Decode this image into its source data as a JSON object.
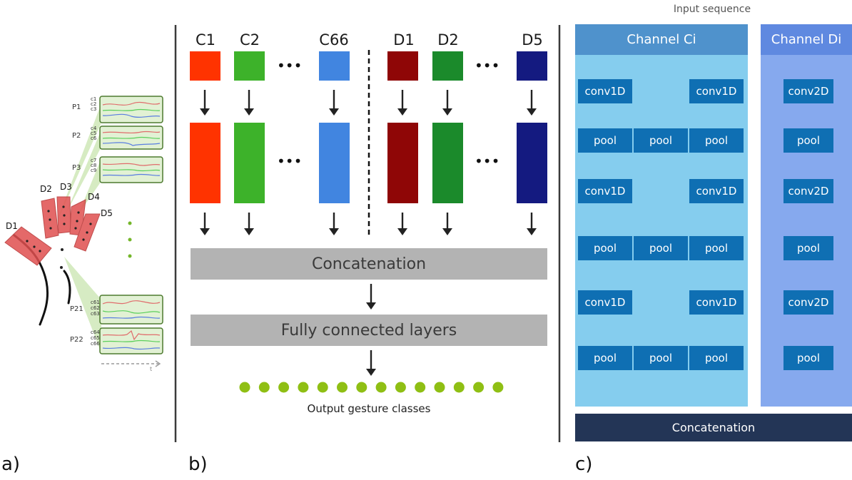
{
  "panel_a": {
    "label": "a)",
    "digits": [
      "D1",
      "D2",
      "D3",
      "D4",
      "D5"
    ],
    "pads": [
      {
        "name": "P1",
        "channels": [
          "c1",
          "c2",
          "c3"
        ]
      },
      {
        "name": "P2",
        "channels": [
          "c4",
          "c5",
          "c6"
        ]
      },
      {
        "name": "P3",
        "channels": [
          "c7",
          "c8",
          "c9"
        ]
      },
      {
        "name": "P21",
        "channels": [
          "c61",
          "c62",
          "c63"
        ]
      },
      {
        "name": "P22",
        "channels": [
          "c64",
          "c65",
          "c66"
        ]
      }
    ],
    "time_label": "t"
  },
  "panel_b": {
    "label": "b)",
    "channels_c": [
      {
        "label": "C1",
        "color": "#ff3300"
      },
      {
        "label": "C2",
        "color": "#3db22a"
      },
      {
        "label": "C66",
        "color": "#4185e0"
      }
    ],
    "channels_d": [
      {
        "label": "D1",
        "color": "#8f0606"
      },
      {
        "label": "D2",
        "color": "#1b8a2b"
      },
      {
        "label": "D5",
        "color": "#141a80"
      }
    ],
    "ellipsis": "•••",
    "concat_label": "Concatenation",
    "fc_label": "Fully connected layers",
    "output_label": "Output gesture classes",
    "output_dot_color": "#8fbf14",
    "output_class_count": 14
  },
  "panel_c": {
    "label": "c)",
    "input_label": "Input sequence",
    "channel_c_title": "Channel Ci",
    "channel_d_title": "Channel Di",
    "conv1d": "conv1D",
    "conv2d": "conv2D",
    "pool": "pool",
    "concat_label": "Concatenation",
    "colors": {
      "channel_c_bg": "#85cdee",
      "channel_c_head": "#4f92cc",
      "channel_d_bg": "#86a9ee",
      "channel_d_head": "#5f89e0",
      "op_box": "#0f6fb3",
      "concat_bg": "#233556"
    }
  }
}
